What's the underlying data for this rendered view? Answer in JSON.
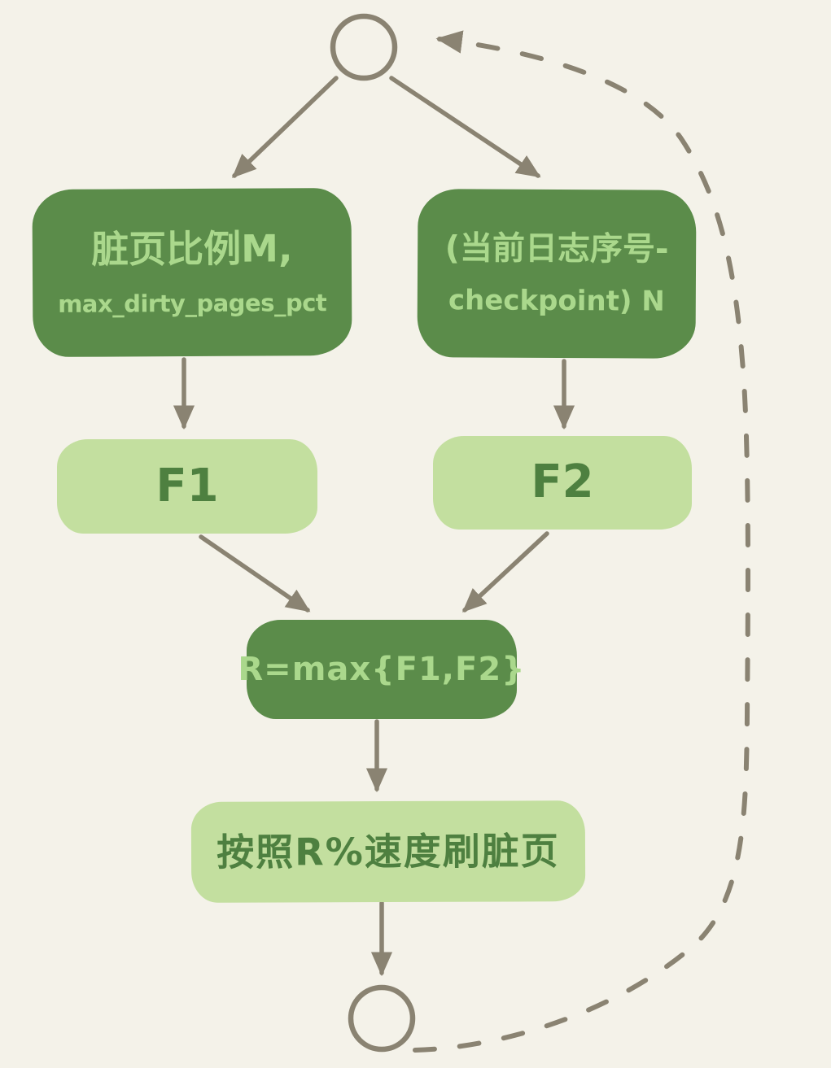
{
  "diagram": {
    "type": "flowchart",
    "nodes": {
      "start": {
        "shape": "circle",
        "label": ""
      },
      "dirty_ratio": {
        "shape": "rounded-rect",
        "fill": "dark-green",
        "line1": "脏页比例M,",
        "line2": "max_dirty_pages_pct"
      },
      "log_gap": {
        "shape": "rounded-rect",
        "fill": "dark-green",
        "line1": "(当前日志序号-",
        "line2": "checkpoint) N"
      },
      "f1": {
        "shape": "rounded-rect",
        "fill": "light-green",
        "label": "F1"
      },
      "f2": {
        "shape": "rounded-rect",
        "fill": "light-green",
        "label": "F2"
      },
      "r_max": {
        "shape": "rounded-rect",
        "fill": "dark-green",
        "label": "R=max{F1,F2}"
      },
      "flush": {
        "shape": "rounded-rect",
        "fill": "light-green",
        "label": "按照R%速度刷脏页"
      },
      "end": {
        "shape": "circle",
        "label": ""
      }
    },
    "edges": [
      {
        "from": "start",
        "to": "dirty_ratio",
        "style": "solid-arrow"
      },
      {
        "from": "start",
        "to": "log_gap",
        "style": "solid-arrow"
      },
      {
        "from": "dirty_ratio",
        "to": "f1",
        "style": "solid-arrow"
      },
      {
        "from": "log_gap",
        "to": "f2",
        "style": "solid-arrow"
      },
      {
        "from": "f1",
        "to": "r_max",
        "style": "solid-arrow"
      },
      {
        "from": "f2",
        "to": "r_max",
        "style": "solid-arrow"
      },
      {
        "from": "r_max",
        "to": "flush",
        "style": "solid-arrow"
      },
      {
        "from": "flush",
        "to": "end",
        "style": "solid-arrow"
      },
      {
        "from": "end",
        "to": "start",
        "style": "dashed-arrow"
      }
    ]
  },
  "colors": {
    "background": "#f4f2e9",
    "dark_green": "#5b8c4a",
    "light_green": "#c3df9f",
    "text_on_dark": "#aad88c",
    "text_on_light": "#4e8040",
    "stroke": "#8a8372"
  }
}
